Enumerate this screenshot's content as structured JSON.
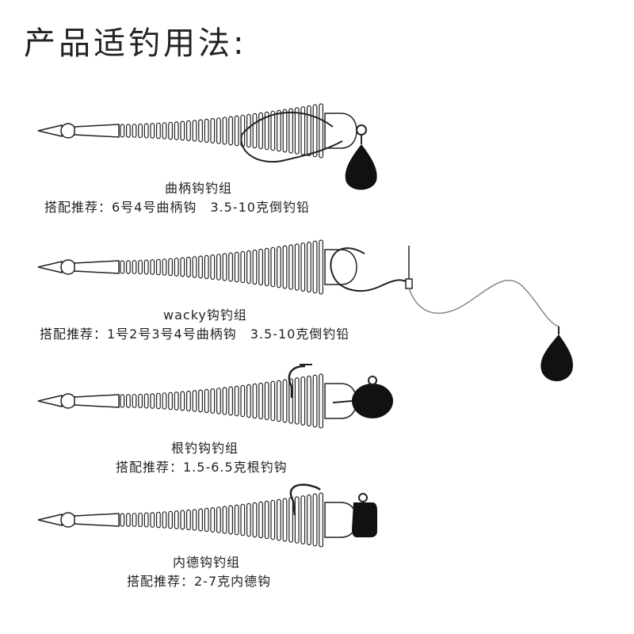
{
  "title": "产品适钓用法:",
  "rigs": [
    {
      "name": "曲柄钩钓组",
      "recommend": "搭配推荐：6号4号曲柄钩　3.5-10克倒钓铅"
    },
    {
      "name": "wacky钩钓组",
      "recommend": "搭配推荐：1号2号3号4号曲柄钩　3.5-10克倒钓铅"
    },
    {
      "name": "根钓钩钓组",
      "recommend": "搭配推荐：1.5-6.5克根钓钩"
    },
    {
      "name": "内德钩钓组",
      "recommend": "搭配推荐：2-7克内德钩"
    }
  ]
}
